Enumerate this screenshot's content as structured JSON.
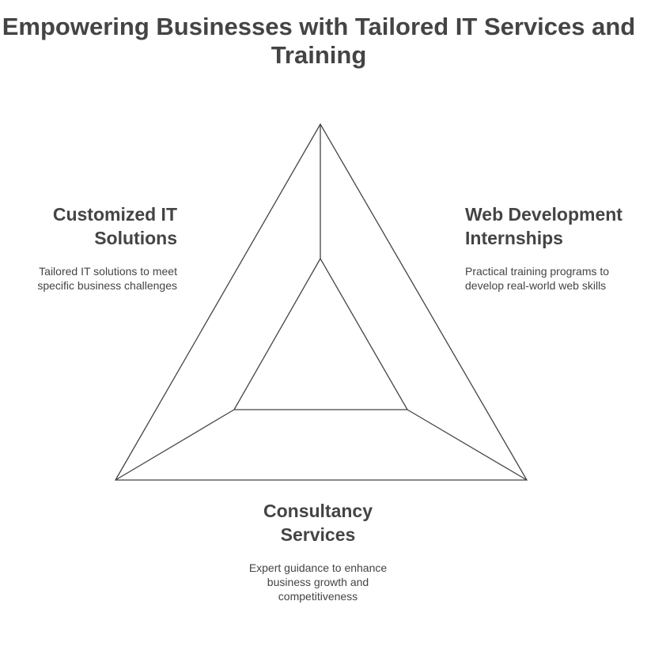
{
  "title": "Empowering Businesses with Tailored IT Services and Training",
  "sections": [
    {
      "heading": "Customized IT Solutions",
      "description": "Tailored IT solutions to meet specific business challenges"
    },
    {
      "heading": "Web Development Internships",
      "description": "Practical training programs to develop real-world web skills"
    },
    {
      "heading": "Consultancy Services",
      "description": "Expert guidance to enhance business growth and competitiveness"
    }
  ]
}
